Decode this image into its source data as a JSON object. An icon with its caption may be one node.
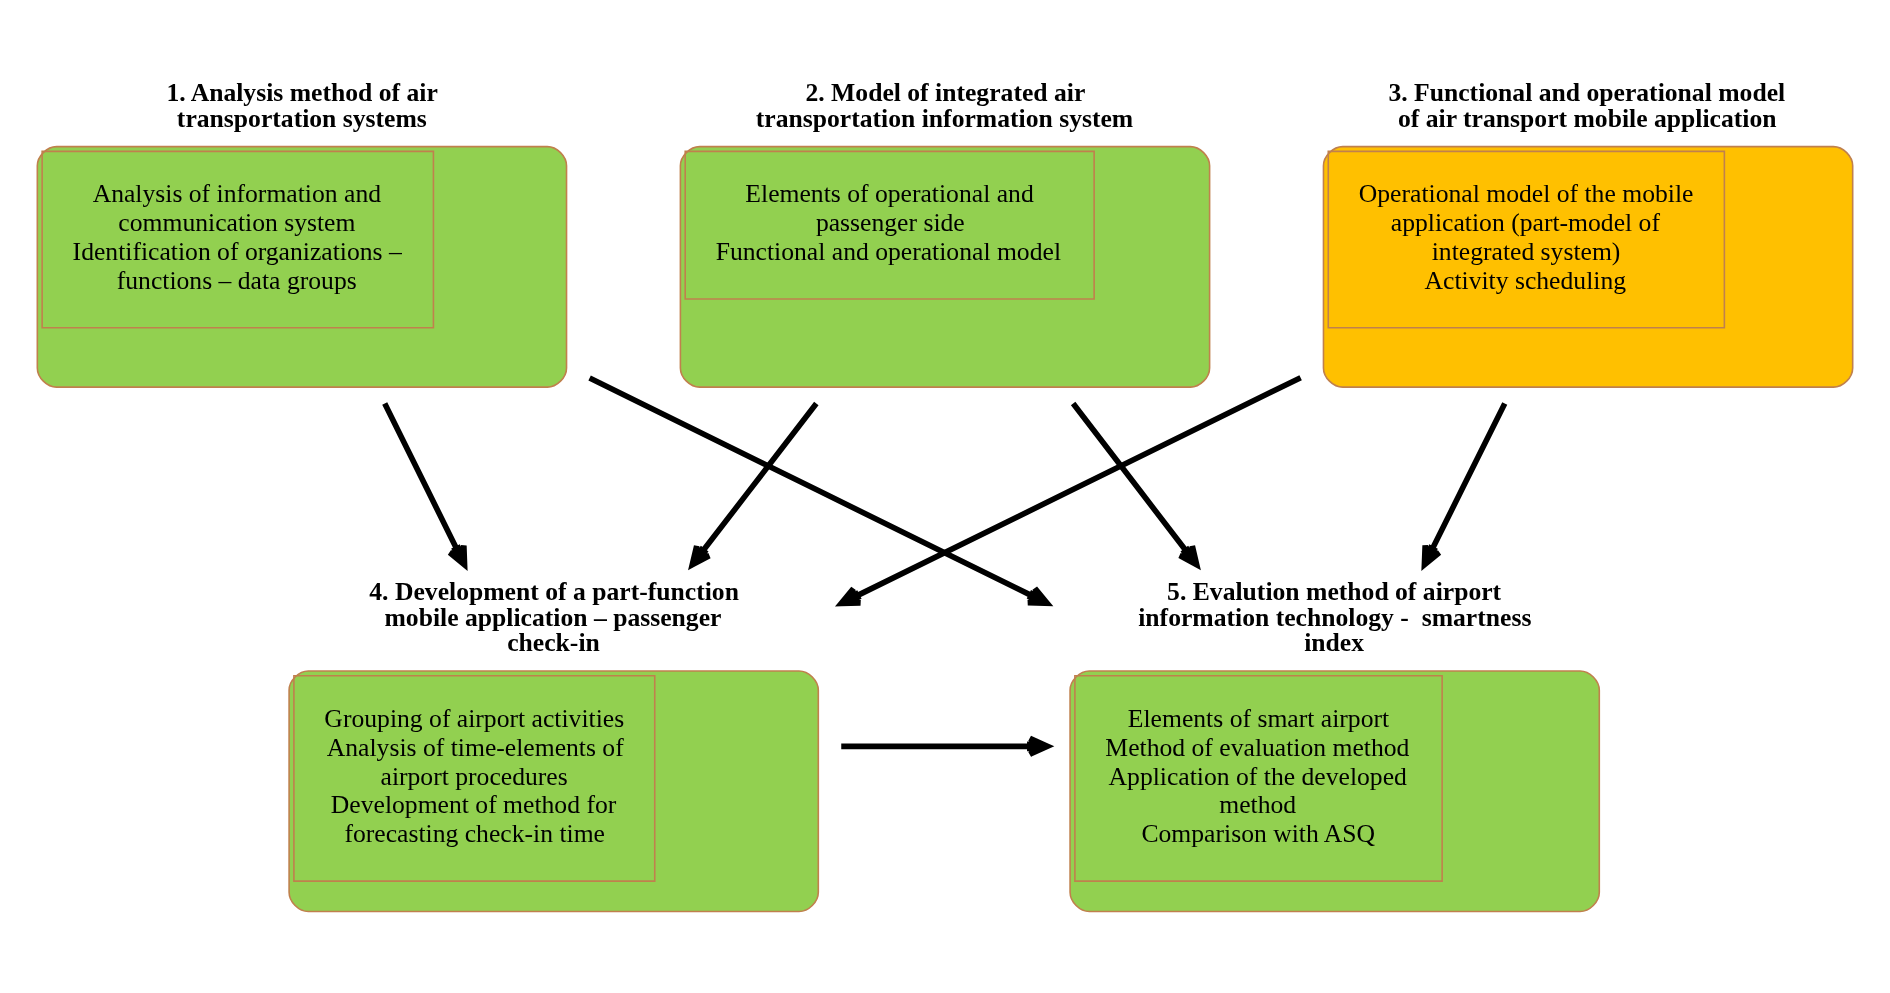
{
  "diagram": {
    "nodes": [
      {
        "text": [
          "1. Analysis method of air transportation systems",
          "Analysis of information and communication system",
          "Identification of organizations – functions – data groups"
        ]
      },
      {
        "text": [
          "2. Model of integrated air transportation information system",
          "Elements of operational and passenger side",
          "Functional and operational model"
        ]
      },
      {
        "text": [
          "3. Functional and operational model of air transport mobile application",
          "Operational model of the mobile application (part-model of integrated system)",
          "Activity scheduling"
        ]
      },
      {
        "text": [
          "4. Development of a part-function mobile application – passenger check-in",
          "Grouping of airport activities",
          "Analysis of time-elements of airport procedures",
          "Development of method for forecasting check-in time"
        ]
      },
      {
        "text": [
          "5. Evalution method of airport information technology -  smartness index",
          "Elements of smart airport",
          "Method of evaluation method",
          "Application of the developed method",
          "Comparison with ASQ"
        ]
      }
    ],
    "edges": [
      {
        "from": 0,
        "to": 3,
        "arrow": "to"
      },
      {
        "from": 0,
        "to": 4,
        "arrow": "to"
      },
      {
        "from": 1,
        "to": 3,
        "arrow": "to"
      },
      {
        "from": 1,
        "to": 4,
        "arrow": "to"
      },
      {
        "from": 2,
        "to": 3,
        "arrow": "to"
      },
      {
        "from": 2,
        "to": 4,
        "arrow": "to"
      },
      {
        "from": 3,
        "to": 4,
        "arrow": "to"
      }
    ]
  }
}
